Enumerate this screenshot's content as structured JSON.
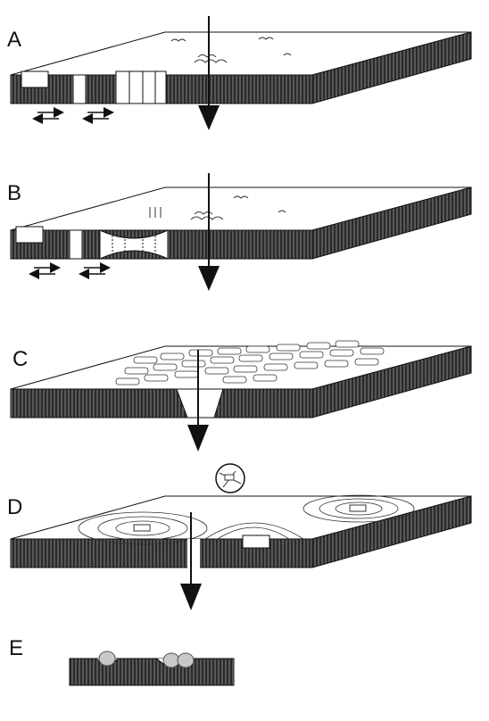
{
  "figure": {
    "panels": [
      {
        "label": "A"
      },
      {
        "label": "B"
      },
      {
        "label": "C"
      },
      {
        "label": "D"
      },
      {
        "label": "E"
      }
    ]
  },
  "colors": {
    "ink": "#111111",
    "membrane": "#2b2b2b",
    "surface": "#ffffff",
    "vesicle": "#c9c9c9"
  }
}
